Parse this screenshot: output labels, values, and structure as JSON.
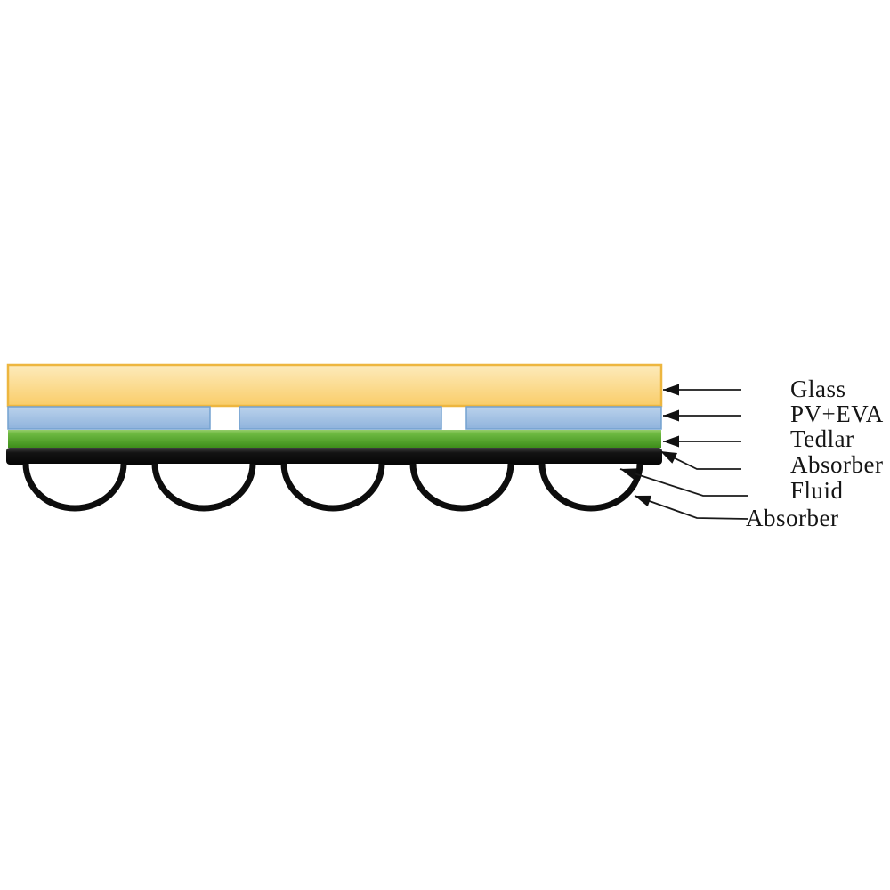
{
  "figure": {
    "name": "pvt-collector-cross-section",
    "kind": "layer-annotation-diagram",
    "labels": [
      {
        "id": "glass",
        "text": "Glass"
      },
      {
        "id": "pv-eva",
        "text": "PV+EVA"
      },
      {
        "id": "tedlar",
        "text": "Tedlar"
      },
      {
        "id": "absorber-plate",
        "text": "Absorber"
      },
      {
        "id": "fluid",
        "text": "Fluid"
      },
      {
        "id": "absorber-tube",
        "text": "Absorber"
      }
    ],
    "layers_top_to_bottom": [
      "Glass",
      "PV+EVA",
      "Tedlar",
      "Absorber",
      "Fluid",
      "Absorber"
    ],
    "pv_cell_segments": 3,
    "tubes": {
      "count": 5,
      "shape": "semicircular",
      "fill": "white"
    },
    "colors": {
      "glass_fill_top": "#FDEBBC",
      "glass_fill_bottom": "#F9CD69",
      "glass_border": "#EDB63F",
      "pv_fill_top": "#BAD2EC",
      "pv_fill_bottom": "#8FB3DC",
      "pv_border": "#74A2D0",
      "tedlar_top": "#96CE6B",
      "tedlar_bottom": "#3D8D1A",
      "absorber_plate": "#0D0D0D",
      "tube_stroke": "#0D0D0D",
      "tube_fill": "#FFFFFF",
      "arrow": "#1A1A1A",
      "label_text": "#151515",
      "background": "#FFFFFF"
    }
  }
}
